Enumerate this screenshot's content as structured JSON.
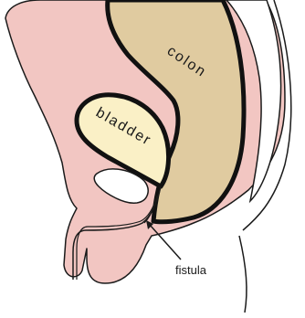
{
  "diagram": {
    "labels": {
      "colon": "colon",
      "bladder": "bladder",
      "fistula": "fistula"
    },
    "colors": {
      "body_skin": "#f2c6c2",
      "colon_fill": "#e0cba0",
      "bladder_fill": "#faf0c6",
      "outline": "#1a1a1a",
      "background": "#ffffff"
    },
    "icons": {
      "fistula_pointer": "arrow-pointer"
    }
  }
}
